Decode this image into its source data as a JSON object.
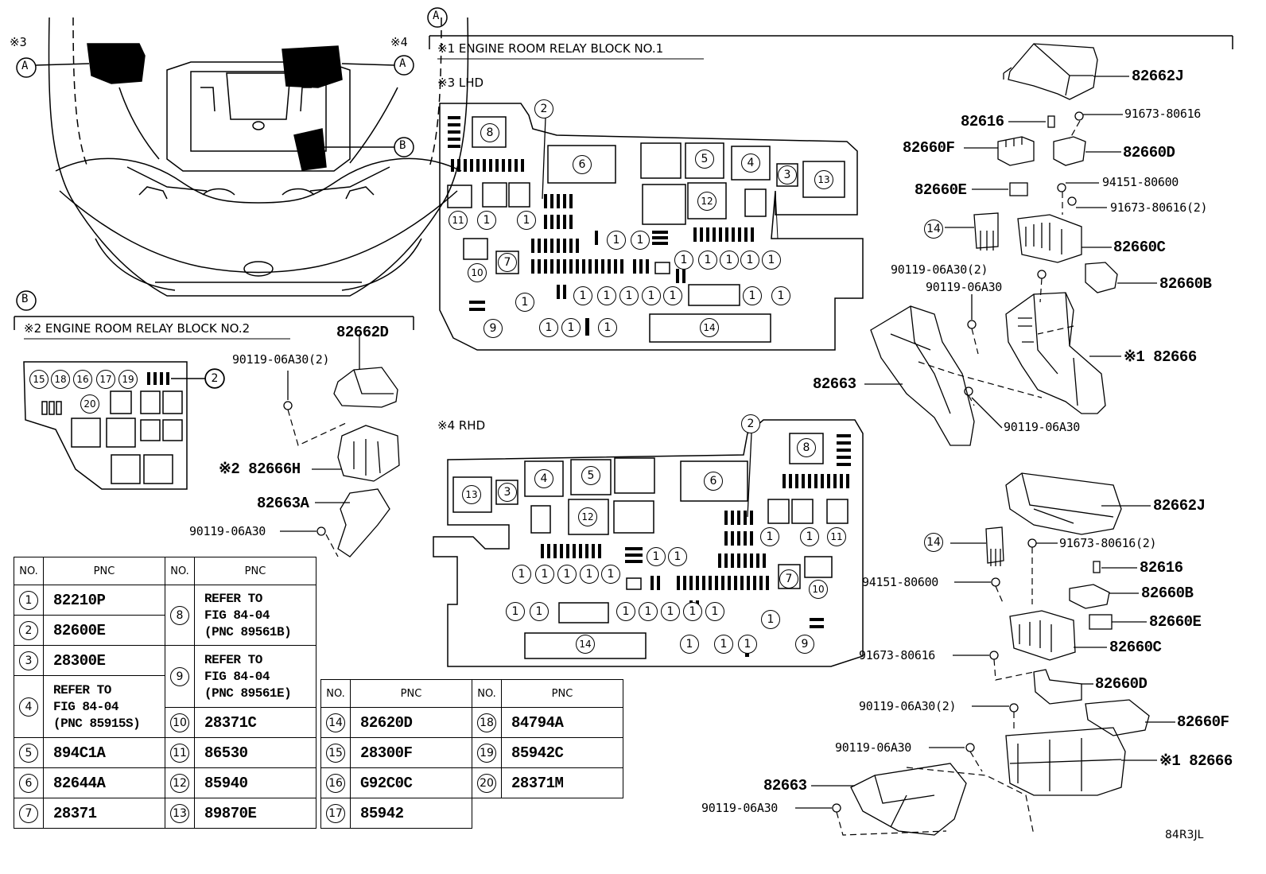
{
  "callouts": {
    "a_marker": "A",
    "b_marker": "B",
    "note3": "※3",
    "note4": "※4"
  },
  "section_a": {
    "heading": "※1 ENGINE ROOM RELAY BLOCK NO.1",
    "lhd": "※3 LHD",
    "rhd": "※4 RHD"
  },
  "section_b": {
    "heading": "※2 ENGINE ROOM RELAY BLOCK NO.2"
  },
  "parts_upper": {
    "p82662J": "82662J",
    "p82616": "82616",
    "p91673_80616": "91673-80616",
    "p82660F": "82660F",
    "p82660D": "82660D",
    "p94151_80600": "94151-80600",
    "p82660E": "82660E",
    "p91673_80616_2": "91673-80616(2)",
    "p14": "14",
    "p82660C": "82660C",
    "p90119_06A30_2": "90119-06A30(2)",
    "p90119_06A30_a": "90119-06A30",
    "p82660B": "82660B",
    "p82666": "※1 82666",
    "p82663": "82663",
    "p90119_06A30_b": "90119-06A30"
  },
  "parts_lower": {
    "p82662J": "82662J",
    "p14": "14",
    "p91673_80616_2": "91673-80616(2)",
    "p82616": "82616",
    "p94151_80600": "94151-80600",
    "p82660B": "82660B",
    "p82660E": "82660E",
    "p82660C": "82660C",
    "p91673_80616": "91673-80616",
    "p82660D": "82660D",
    "p90119_06A30_2": "90119-06A30(2)",
    "p82660F": "82660F",
    "p90119_06A30_a": "90119-06A30",
    "p82666": "※1 82666",
    "p82663": "82663",
    "p90119_06A30_b": "90119-06A30"
  },
  "parts_b": {
    "p82662D": "82662D",
    "p90119_06A30_2": "90119-06A30(2)",
    "p82666H": "※2 82666H",
    "p82663A": "82663A",
    "p90119_06A30": "90119-06A30"
  },
  "legend": {
    "col_no": "NO.",
    "col_pnc": "PNC",
    "rows_left": [
      {
        "no": "1",
        "pnc": "82210P"
      },
      {
        "no": "2",
        "pnc": "82600E"
      },
      {
        "no": "3",
        "pnc": "28300E"
      },
      {
        "no": "4",
        "pnc": "REFER TO\nFIG 84-04\n(PNC 85915S)"
      },
      {
        "no": "5",
        "pnc": "894C1A"
      },
      {
        "no": "6",
        "pnc": "82644A"
      },
      {
        "no": "7",
        "pnc": "28371"
      }
    ],
    "rows_mid": [
      {
        "no": "8",
        "pnc": "REFER TO\nFIG 84-04\n(PNC 89561B)"
      },
      {
        "no": "9",
        "pnc": "REFER TO\nFIG 84-04\n(PNC 89561E)"
      },
      {
        "no": "10",
        "pnc": "28371C"
      },
      {
        "no": "11",
        "pnc": "86530"
      },
      {
        "no": "12",
        "pnc": "85940"
      },
      {
        "no": "13",
        "pnc": "89870E"
      }
    ],
    "rows_r1": [
      {
        "no": "14",
        "pnc": "82620D"
      },
      {
        "no": "15",
        "pnc": "28300F"
      },
      {
        "no": "16",
        "pnc": "G92C0C"
      },
      {
        "no": "17",
        "pnc": "85942"
      }
    ],
    "rows_r2": [
      {
        "no": "18",
        "pnc": "84794A"
      },
      {
        "no": "19",
        "pnc": "85942C"
      },
      {
        "no": "20",
        "pnc": "28371M"
      }
    ]
  },
  "figure_code": "84R3JL"
}
